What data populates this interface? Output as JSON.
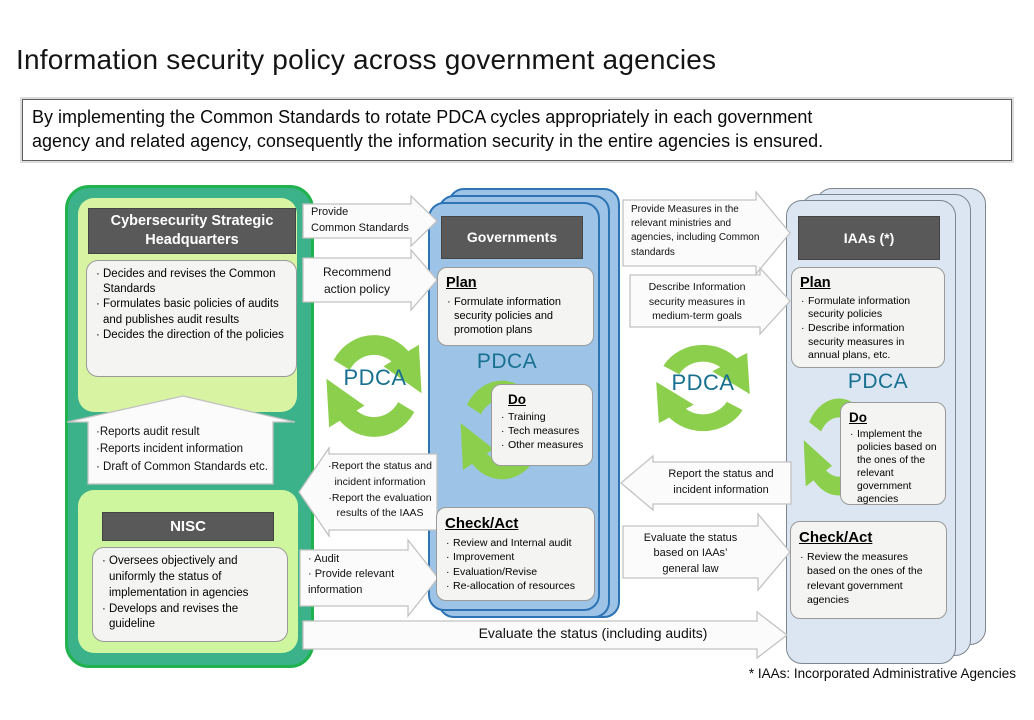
{
  "title": "Information security policy across government agencies",
  "subtitle": "By implementing the Common Standards to rotate PDCA cycles appropriately in each government\nagency and related agency, consequently the information security in the entire agencies is ensured.",
  "footnote": "* IAAs: Incorporated Administrative Agencies",
  "pdca": {
    "label": "PDCA"
  },
  "left_panel": {
    "header": "Cybersecurity Strategic\nHeadquarters",
    "duties": [
      "Decides and revises the Common Standards",
      "Formulates basic policies of audits and publishes audit results",
      "Decides the direction of the policies"
    ],
    "report_arrow": "·Reports audit result\n·Reports incident information\n· Draft of Common Standards etc.",
    "nisc_header": "NISC",
    "nisc_duties": [
      "Oversees objectively and uniformly the status of implementation in agencies",
      "Develops and revises the guideline"
    ]
  },
  "governments": {
    "header": "Governments",
    "plan_title": "Plan",
    "plan_items": [
      "Formulate information security policies and promotion plans"
    ],
    "do_title": "Do",
    "do_items": [
      "Training",
      "Tech measures",
      "Other measures"
    ],
    "check_title": "Check/Act",
    "check_items": [
      "Review and Internal audit",
      "Improvement",
      "Evaluation/Revise",
      "Re-allocation of resources"
    ]
  },
  "iaas": {
    "header": "IAAs (*)",
    "plan_title": "Plan",
    "plan_items": [
      "Formulate information security policies",
      "Describe information security measures in annual plans, etc."
    ],
    "do_title": "Do",
    "do_items": [
      "Implement the policies based on the ones of the relevant government agencies"
    ],
    "check_title": "Check/Act",
    "check_items": [
      "Review the measures based on the ones of the relevant government agencies"
    ]
  },
  "arrows": {
    "provide_common_standards": "Provide\nCommon Standards",
    "recommend_action_policy": "Recommend\naction policy",
    "report_status_iaas": "·Report the status and\nincident information\n·Report the evaluation\nresults of the IAAS",
    "audit_provide": "· Audit\n· Provide relevant\ninformation",
    "evaluate_status_audits": "Evaluate the status (including audits)",
    "provide_measures": "Provide Measures in the\nrelevant ministries and\nagencies, including Common\nstandards",
    "describe_information": "Describe Information\nsecurity measures in\nmedium-term goals",
    "report_status": "Report the status and\nincident information",
    "evaluate_iaas_law": "Evaluate the status\nbased on IAAs’\ngeneral law"
  },
  "colors": {
    "panel_teal": "#3bb28a",
    "panel_green_border": "#20b24d",
    "light_green": "#d8f3a2",
    "nisc_green": "#cdf69e",
    "gov_blue": "#9dc3e6",
    "gov_border": "#2e74b5",
    "iaa_blue": "#dce6f3",
    "header_gray": "#595959",
    "pdca_green": "#8ccf4d",
    "pdca_text_teal": "#17708f"
  }
}
